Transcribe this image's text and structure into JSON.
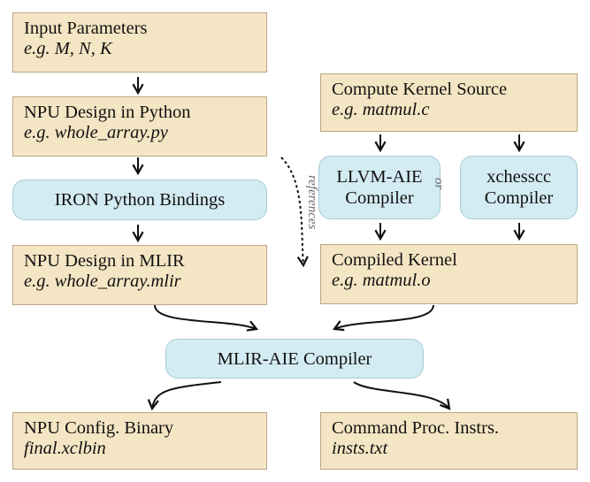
{
  "input_params": {
    "title": "Input Parameters",
    "example": "e.g. M, N, K"
  },
  "npu_python": {
    "title": "NPU Design in Python",
    "example": "e.g. whole_array.py"
  },
  "iron_bindings": {
    "label": "IRON Python Bindings"
  },
  "npu_mlir": {
    "title": "NPU Design in MLIR",
    "example": "e.g. whole_array.mlir"
  },
  "kernel_source": {
    "title": "Compute Kernel Source",
    "example": "e.g. matmul.c"
  },
  "llvm_aie": {
    "line1": "LLVM-AIE",
    "line2": "Compiler"
  },
  "or_label": "or",
  "xchesscc": {
    "line1": "xchesscc",
    "line2": "Compiler"
  },
  "compiled_kernel": {
    "title": "Compiled Kernel",
    "example": "e.g. matmul.o"
  },
  "references_label": "references",
  "mlir_aie": {
    "label": "MLIR-AIE Compiler"
  },
  "npu_binary": {
    "title": "NPU Config. Binary",
    "example": "final.xclbin"
  },
  "cmd_proc": {
    "title": "Command Proc. Instrs.",
    "example": "insts.txt"
  },
  "colors": {
    "box_fill": "#f4e6c4",
    "box_border": "#b9a784",
    "pill_fill": "#d3ebf2",
    "pill_border": "#a9cbd6"
  }
}
